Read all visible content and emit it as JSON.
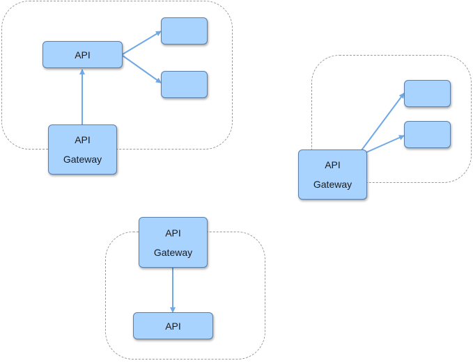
{
  "colors": {
    "box_fill": "#a9d3ff",
    "box_border": "#5a7fa8",
    "arrow": "#6fa8e6",
    "group_border": "#9a9a9a"
  },
  "diagram_1": {
    "api_label": "API",
    "gateway_line1": "API",
    "gateway_line2": "Gateway"
  },
  "diagram_2": {
    "gateway_line1": "API",
    "gateway_line2": "Gateway"
  },
  "diagram_3": {
    "gateway_line1": "API",
    "gateway_line2": "Gateway",
    "api_label": "API"
  }
}
